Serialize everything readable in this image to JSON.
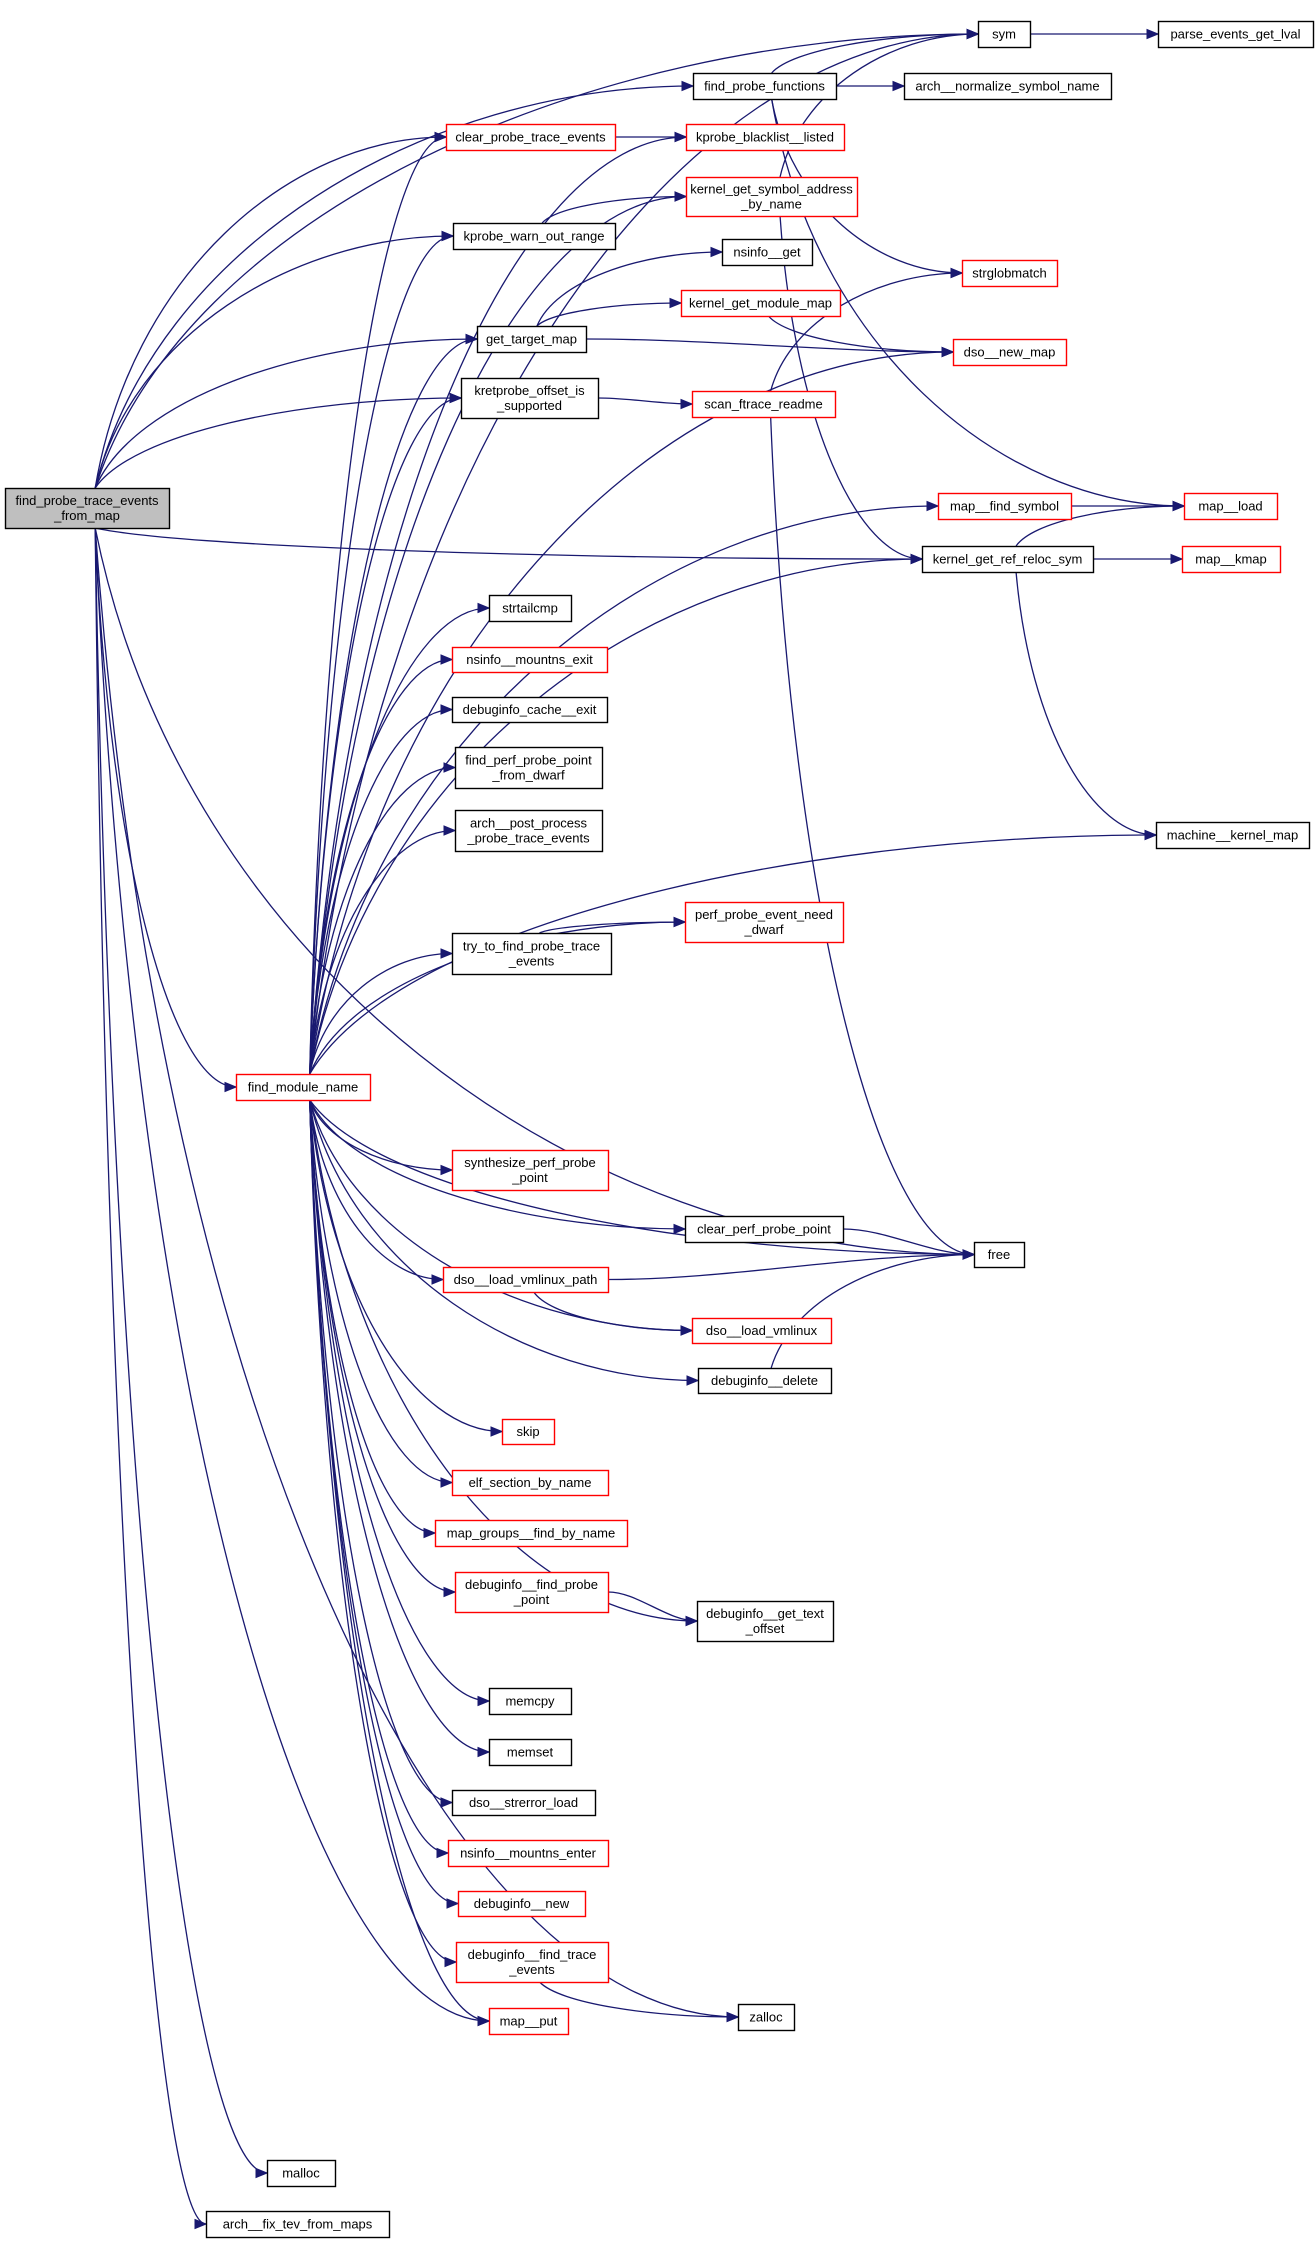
{
  "graph": {
    "type": "call-graph",
    "colors": {
      "edge": "#191970",
      "root_fill": "#bfbfbf",
      "node_fill": "#ffffff",
      "node_border": "#000000",
      "truncated_border": "#ff0000"
    },
    "nodes": [
      {
        "id": "root",
        "lines": [
          "find_probe_trace_events",
          "_from_map"
        ],
        "style": "root"
      },
      {
        "id": "sym",
        "lines": [
          "sym"
        ],
        "style": "normal"
      },
      {
        "id": "parse_events_get_lval",
        "lines": [
          "parse_events_get_lval"
        ],
        "style": "normal"
      },
      {
        "id": "find_probe_functions",
        "lines": [
          "find_probe_functions"
        ],
        "style": "normal"
      },
      {
        "id": "arch__normalize_symbol_name",
        "lines": [
          "arch__normalize_symbol_name"
        ],
        "style": "normal"
      },
      {
        "id": "clear_probe_trace_events",
        "lines": [
          "clear_probe_trace_events"
        ],
        "style": "truncated"
      },
      {
        "id": "kprobe_blacklist__listed",
        "lines": [
          "kprobe_blacklist__listed"
        ],
        "style": "truncated"
      },
      {
        "id": "kernel_get_symbol_address_by_name",
        "lines": [
          "kernel_get_symbol_address",
          "_by_name"
        ],
        "style": "truncated"
      },
      {
        "id": "kprobe_warn_out_range",
        "lines": [
          "kprobe_warn_out_range"
        ],
        "style": "normal"
      },
      {
        "id": "nsinfo__get",
        "lines": [
          "nsinfo__get"
        ],
        "style": "normal"
      },
      {
        "id": "strglobmatch",
        "lines": [
          "strglobmatch"
        ],
        "style": "truncated"
      },
      {
        "id": "get_target_map",
        "lines": [
          "get_target_map"
        ],
        "style": "normal"
      },
      {
        "id": "kernel_get_module_map",
        "lines": [
          "kernel_get_module_map"
        ],
        "style": "truncated"
      },
      {
        "id": "dso__new_map",
        "lines": [
          "dso__new_map"
        ],
        "style": "truncated"
      },
      {
        "id": "kretprobe_offset_is_supported",
        "lines": [
          "kretprobe_offset_is",
          "_supported"
        ],
        "style": "normal"
      },
      {
        "id": "scan_ftrace_readme",
        "lines": [
          "scan_ftrace_readme"
        ],
        "style": "truncated"
      },
      {
        "id": "map__find_symbol",
        "lines": [
          "map__find_symbol"
        ],
        "style": "truncated"
      },
      {
        "id": "map__load",
        "lines": [
          "map__load"
        ],
        "style": "truncated"
      },
      {
        "id": "kernel_get_ref_reloc_sym",
        "lines": [
          "kernel_get_ref_reloc_sym"
        ],
        "style": "normal"
      },
      {
        "id": "map__kmap",
        "lines": [
          "map__kmap"
        ],
        "style": "truncated"
      },
      {
        "id": "strtailcmp",
        "lines": [
          "strtailcmp"
        ],
        "style": "normal"
      },
      {
        "id": "nsinfo__mountns_exit",
        "lines": [
          "nsinfo__mountns_exit"
        ],
        "style": "truncated"
      },
      {
        "id": "debuginfo_cache__exit",
        "lines": [
          "debuginfo_cache__exit"
        ],
        "style": "normal"
      },
      {
        "id": "find_perf_probe_point_from_dwarf",
        "lines": [
          "find_perf_probe_point",
          "_from_dwarf"
        ],
        "style": "normal"
      },
      {
        "id": "arch__post_process_probe_trace_events",
        "lines": [
          "arch__post_process",
          "_probe_trace_events"
        ],
        "style": "normal"
      },
      {
        "id": "machine__kernel_map",
        "lines": [
          "machine__kernel_map"
        ],
        "style": "normal"
      },
      {
        "id": "perf_probe_event_need_dwarf",
        "lines": [
          "perf_probe_event_need",
          "_dwarf"
        ],
        "style": "truncated"
      },
      {
        "id": "try_to_find_probe_trace_events",
        "lines": [
          "try_to_find_probe_trace",
          "_events"
        ],
        "style": "normal"
      },
      {
        "id": "find_module_name",
        "lines": [
          "find_module_name"
        ],
        "style": "truncated"
      },
      {
        "id": "synthesize_perf_probe_point",
        "lines": [
          "synthesize_perf_probe",
          "_point"
        ],
        "style": "truncated"
      },
      {
        "id": "clear_perf_probe_point",
        "lines": [
          "clear_perf_probe_point"
        ],
        "style": "normal"
      },
      {
        "id": "free",
        "lines": [
          "free"
        ],
        "style": "normal"
      },
      {
        "id": "dso__load_vmlinux_path",
        "lines": [
          "dso__load_vmlinux_path"
        ],
        "style": "truncated"
      },
      {
        "id": "dso__load_vmlinux",
        "lines": [
          "dso__load_vmlinux"
        ],
        "style": "truncated"
      },
      {
        "id": "debuginfo__delete",
        "lines": [
          "debuginfo__delete"
        ],
        "style": "normal"
      },
      {
        "id": "skip",
        "lines": [
          "skip"
        ],
        "style": "truncated"
      },
      {
        "id": "elf_section_by_name",
        "lines": [
          "elf_section_by_name"
        ],
        "style": "truncated"
      },
      {
        "id": "map_groups__find_by_name",
        "lines": [
          "map_groups__find_by_name"
        ],
        "style": "truncated"
      },
      {
        "id": "debuginfo__find_probe_point",
        "lines": [
          "debuginfo__find_probe",
          "_point"
        ],
        "style": "truncated"
      },
      {
        "id": "debuginfo__get_text_offset",
        "lines": [
          "debuginfo__get_text",
          "_offset"
        ],
        "style": "normal"
      },
      {
        "id": "memcpy",
        "lines": [
          "memcpy"
        ],
        "style": "normal"
      },
      {
        "id": "memset",
        "lines": [
          "memset"
        ],
        "style": "normal"
      },
      {
        "id": "dso__strerror_load",
        "lines": [
          "dso__strerror_load"
        ],
        "style": "normal"
      },
      {
        "id": "nsinfo__mountns_enter",
        "lines": [
          "nsinfo__mountns_enter"
        ],
        "style": "truncated"
      },
      {
        "id": "debuginfo__new",
        "lines": [
          "debuginfo__new"
        ],
        "style": "truncated"
      },
      {
        "id": "debuginfo__find_trace_events",
        "lines": [
          "debuginfo__find_trace",
          "_events"
        ],
        "style": "truncated"
      },
      {
        "id": "map__put",
        "lines": [
          "map__put"
        ],
        "style": "truncated"
      },
      {
        "id": "zalloc",
        "lines": [
          "zalloc"
        ],
        "style": "normal"
      },
      {
        "id": "malloc",
        "lines": [
          "malloc"
        ],
        "style": "normal"
      },
      {
        "id": "arch__fix_tev_from_maps",
        "lines": [
          "arch__fix_tev_from_maps"
        ],
        "style": "normal"
      }
    ],
    "edges": [
      [
        "root",
        "sym"
      ],
      [
        "root",
        "find_probe_functions"
      ],
      [
        "root",
        "clear_probe_trace_events"
      ],
      [
        "root",
        "kprobe_warn_out_range"
      ],
      [
        "root",
        "get_target_map"
      ],
      [
        "root",
        "kretprobe_offset_is_supported"
      ],
      [
        "root",
        "kernel_get_ref_reloc_sym"
      ],
      [
        "root",
        "find_module_name"
      ],
      [
        "root",
        "map__put"
      ],
      [
        "root",
        "zalloc"
      ],
      [
        "root",
        "free"
      ],
      [
        "root",
        "malloc"
      ],
      [
        "root",
        "arch__fix_tev_from_maps"
      ],
      [
        "sym",
        "parse_events_get_lval"
      ],
      [
        "find_probe_functions",
        "sym"
      ],
      [
        "find_probe_functions",
        "arch__normalize_symbol_name"
      ],
      [
        "find_probe_functions",
        "strglobmatch"
      ],
      [
        "find_probe_functions",
        "map__load"
      ],
      [
        "clear_probe_trace_events",
        "kprobe_blacklist__listed"
      ],
      [
        "kprobe_warn_out_range",
        "kernel_get_symbol_address_by_name"
      ],
      [
        "kernel_get_symbol_address_by_name",
        "sym"
      ],
      [
        "kernel_get_symbol_address_by_name",
        "kernel_get_ref_reloc_sym"
      ],
      [
        "get_target_map",
        "nsinfo__get"
      ],
      [
        "get_target_map",
        "kernel_get_module_map"
      ],
      [
        "get_target_map",
        "dso__new_map"
      ],
      [
        "kernel_get_module_map",
        "dso__new_map"
      ],
      [
        "kretprobe_offset_is_supported",
        "scan_ftrace_readme"
      ],
      [
        "scan_ftrace_readme",
        "strglobmatch"
      ],
      [
        "scan_ftrace_readme",
        "free"
      ],
      [
        "map__find_symbol",
        "map__load"
      ],
      [
        "kernel_get_ref_reloc_sym",
        "map__load"
      ],
      [
        "kernel_get_ref_reloc_sym",
        "map__kmap"
      ],
      [
        "kernel_get_ref_reloc_sym",
        "machine__kernel_map"
      ],
      [
        "find_module_name",
        "sym"
      ],
      [
        "find_module_name",
        "clear_probe_trace_events"
      ],
      [
        "find_module_name",
        "kprobe_blacklist__listed"
      ],
      [
        "find_module_name",
        "kprobe_warn_out_range"
      ],
      [
        "find_module_name",
        "kernel_get_symbol_address_by_name"
      ],
      [
        "find_module_name",
        "get_target_map"
      ],
      [
        "find_module_name",
        "kretprobe_offset_is_supported"
      ],
      [
        "find_module_name",
        "dso__new_map"
      ],
      [
        "find_module_name",
        "map__find_symbol"
      ],
      [
        "find_module_name",
        "strtailcmp"
      ],
      [
        "find_module_name",
        "nsinfo__mountns_exit"
      ],
      [
        "find_module_name",
        "debuginfo_cache__exit"
      ],
      [
        "find_module_name",
        "find_perf_probe_point_from_dwarf"
      ],
      [
        "find_module_name",
        "arch__post_process_probe_trace_events"
      ],
      [
        "find_module_name",
        "perf_probe_event_need_dwarf"
      ],
      [
        "find_module_name",
        "try_to_find_probe_trace_events"
      ],
      [
        "find_module_name",
        "kernel_get_ref_reloc_sym"
      ],
      [
        "find_module_name",
        "machine__kernel_map"
      ],
      [
        "find_module_name",
        "synthesize_perf_probe_point"
      ],
      [
        "find_module_name",
        "clear_perf_probe_point"
      ],
      [
        "find_module_name",
        "free"
      ],
      [
        "find_module_name",
        "dso__load_vmlinux_path"
      ],
      [
        "find_module_name",
        "dso__load_vmlinux"
      ],
      [
        "find_module_name",
        "debuginfo__delete"
      ],
      [
        "find_module_name",
        "skip"
      ],
      [
        "find_module_name",
        "elf_section_by_name"
      ],
      [
        "find_module_name",
        "map_groups__find_by_name"
      ],
      [
        "find_module_name",
        "debuginfo__find_probe_point"
      ],
      [
        "find_module_name",
        "debuginfo__get_text_offset"
      ],
      [
        "find_module_name",
        "memcpy"
      ],
      [
        "find_module_name",
        "memset"
      ],
      [
        "find_module_name",
        "dso__strerror_load"
      ],
      [
        "find_module_name",
        "nsinfo__mountns_enter"
      ],
      [
        "find_module_name",
        "debuginfo__new"
      ],
      [
        "find_module_name",
        "debuginfo__find_trace_events"
      ],
      [
        "find_module_name",
        "map__put"
      ],
      [
        "try_to_find_probe_trace_events",
        "perf_probe_event_need_dwarf"
      ],
      [
        "clear_perf_probe_point",
        "free"
      ],
      [
        "dso__load_vmlinux_path",
        "free"
      ],
      [
        "dso__load_vmlinux_path",
        "dso__load_vmlinux"
      ],
      [
        "debuginfo__delete",
        "free"
      ],
      [
        "debuginfo__find_probe_point",
        "debuginfo__get_text_offset"
      ],
      [
        "debuginfo__find_trace_events",
        "zalloc"
      ]
    ]
  }
}
